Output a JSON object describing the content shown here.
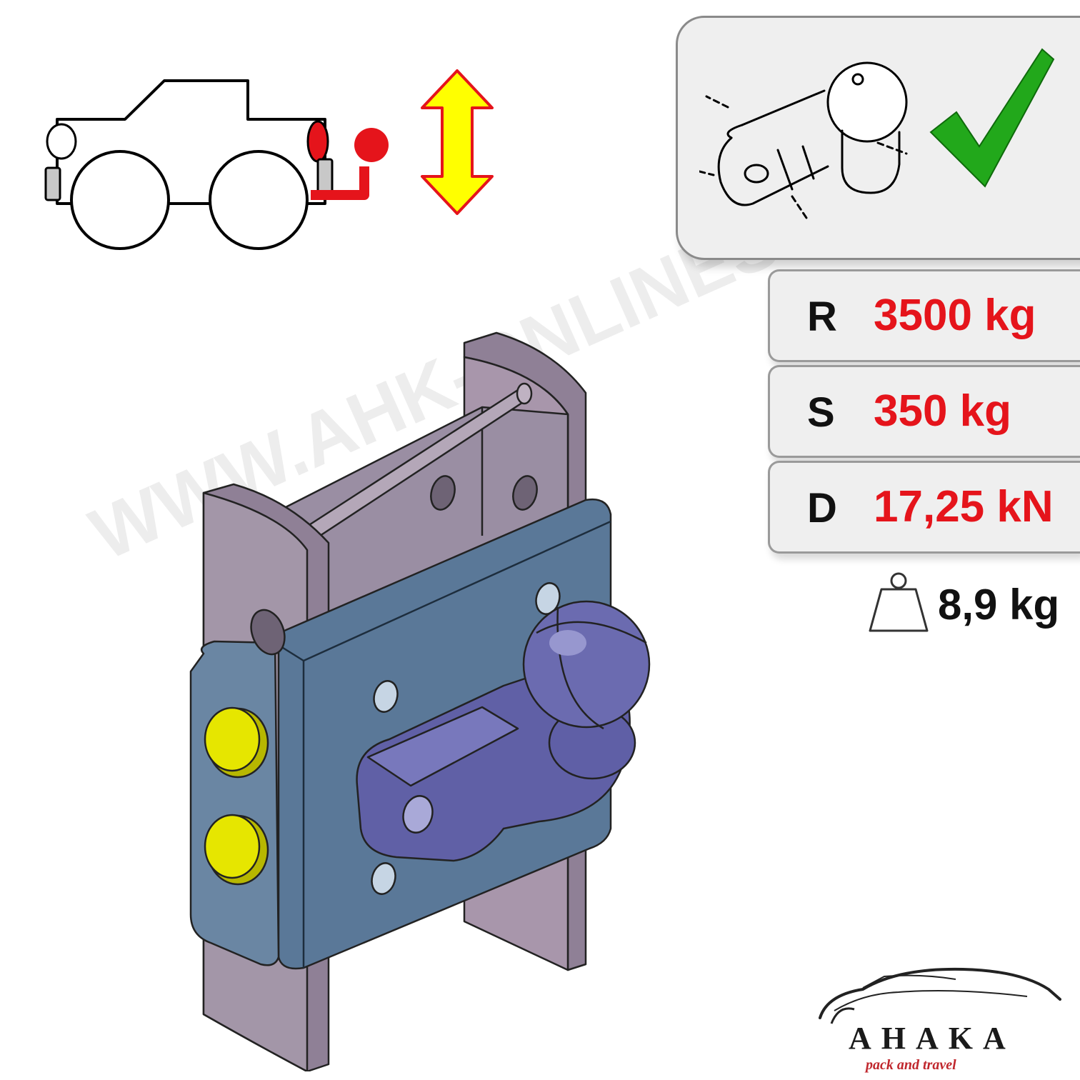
{
  "specs": [
    {
      "letter": "R",
      "value": "3500 kg"
    },
    {
      "letter": "S",
      "value": "350 kg"
    },
    {
      "letter": "D",
      "value": "17,25 kN"
    }
  ],
  "weight": "8,9 kg",
  "brand": {
    "name": "AHAKA",
    "tagline": "pack and travel"
  },
  "watermark": "WWW.AHK-ONLINESHOP",
  "colors": {
    "accent_red": "#e5141b",
    "arrow_yellow": "#ffff00",
    "check_green": "#22a81b",
    "ball_purple": "#6b6bb0",
    "plate_blue": "#5a7898",
    "bolt_yellow": "#e6e600"
  },
  "icons": [
    "car-outline-icon",
    "tow-hitch-icon",
    "vertical-adjust-arrow-icon",
    "tow-ball-drawing-icon",
    "check-icon",
    "weight-icon",
    "brand-car-logo-icon"
  ]
}
